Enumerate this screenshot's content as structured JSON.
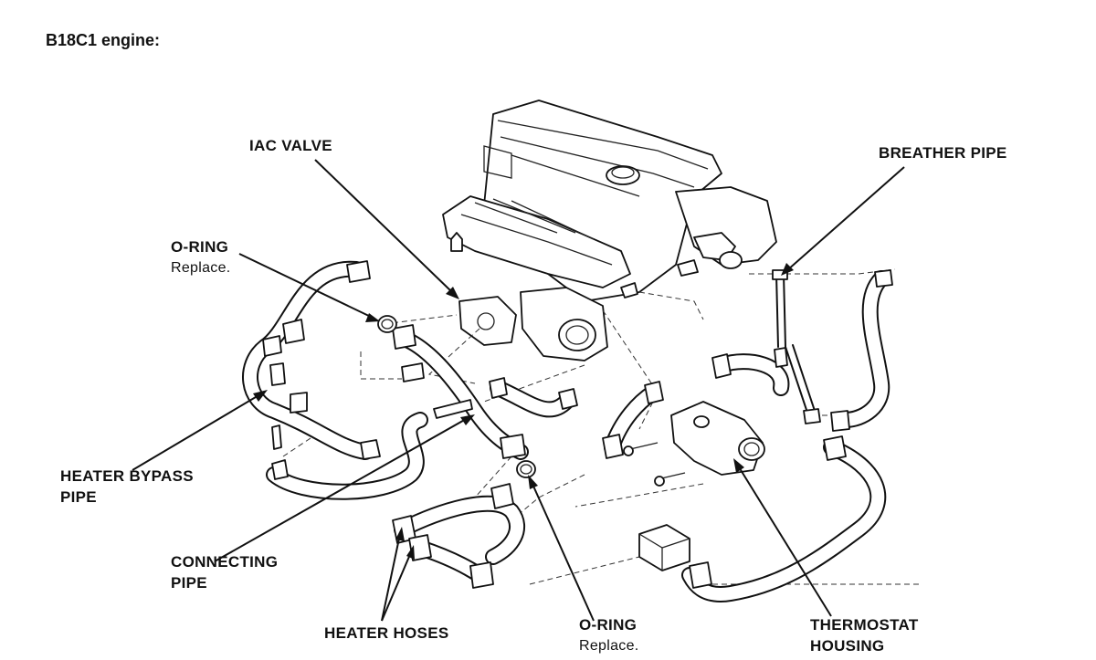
{
  "title": "B18C1 engine:",
  "labels": {
    "iac_valve": "IAC VALVE",
    "breather_pipe": "BREATHER PIPE",
    "o_ring_top": "O-RING",
    "o_ring_top_note": "Replace.",
    "heater_bypass_pipe_1": "HEATER BYPASS",
    "heater_bypass_pipe_2": "PIPE",
    "connecting_pipe_1": "CONNECTING",
    "connecting_pipe_2": "PIPE",
    "heater_hoses": "HEATER HOSES",
    "o_ring_bottom": "O-RING",
    "o_ring_bottom_note": "Replace.",
    "thermostat_housing_1": "THERMOSTAT",
    "thermostat_housing_2": "HOUSING"
  }
}
